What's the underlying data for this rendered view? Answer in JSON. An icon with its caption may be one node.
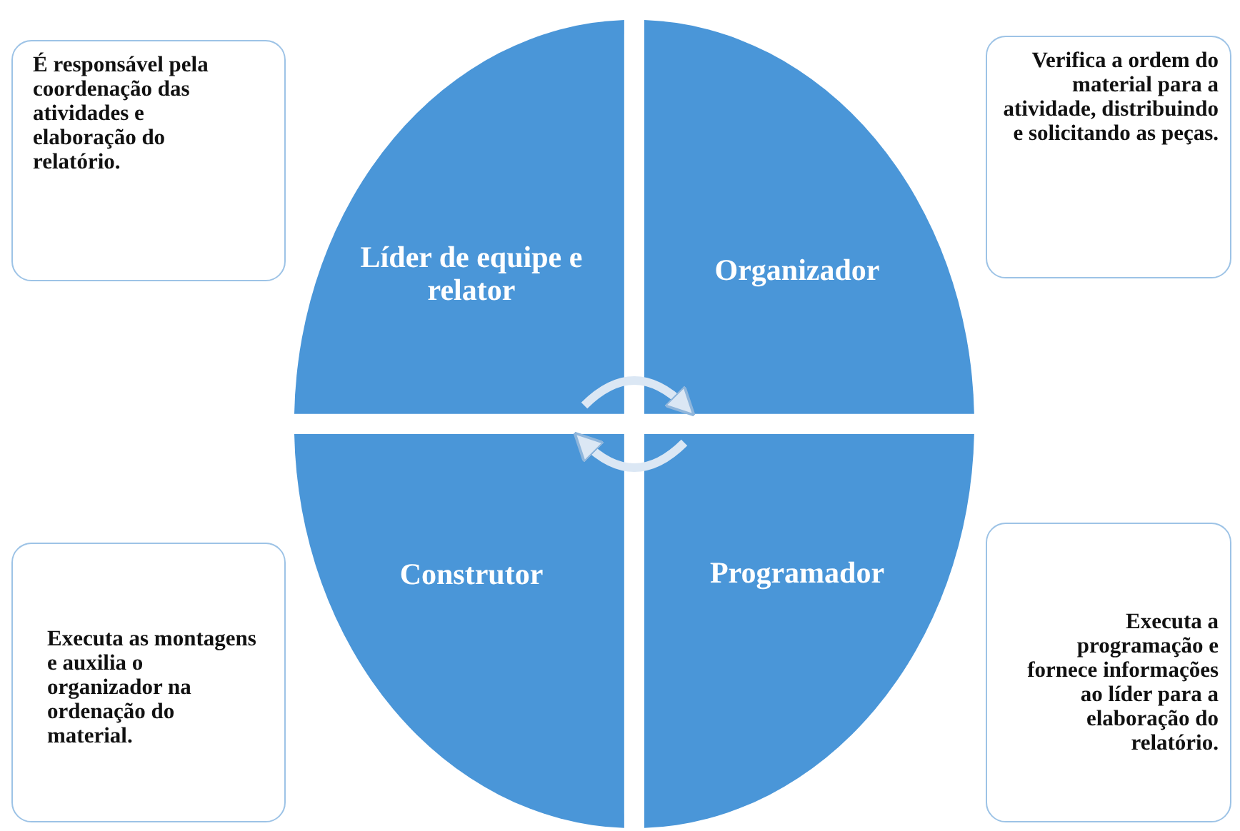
{
  "diagram": {
    "nodes": [
      {
        "text": [
          "Líder de equipe e relator"
        ]
      },
      {
        "text": [
          "Organizador"
        ]
      },
      {
        "text": [
          "Construtor"
        ]
      },
      {
        "text": [
          "Programador"
        ]
      },
      {
        "text": [
          "É responsável pela coordenação das atividades e elaboração do relatório."
        ]
      },
      {
        "text": [
          "Verifica a ordem do material para a atividade, distribuindo e solicitando as peças."
        ]
      },
      {
        "text": [
          "Executa as montagens e auxilia o organizador na ordenação do material."
        ]
      },
      {
        "text": [
          "Executa a programação e fornece informações ao líder para a elaboração do relatório."
        ]
      }
    ],
    "edges": [
      {
        "from": 0,
        "to": 1,
        "arrow": "to"
      },
      {
        "from": 3,
        "to": 2,
        "arrow": "to"
      }
    ]
  }
}
